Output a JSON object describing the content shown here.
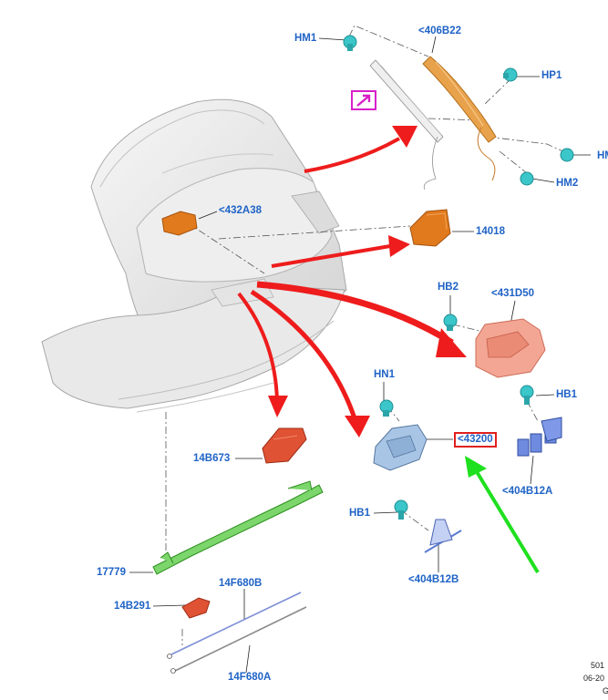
{
  "labels": {
    "hm1": "HM1",
    "p406b22": "<406B22",
    "hp1": "HP1",
    "hm_cut": "HM",
    "hm2": "HM2",
    "p432a38": "<432A38",
    "p14018": "14018",
    "hb2": "HB2",
    "p431d50": "<431D50",
    "hn1": "HN1",
    "hb1_right": "HB1",
    "p43200": "<43200",
    "p14b673": "14B673",
    "p404b12a": "<404B12A",
    "hb1_left": "HB1",
    "p404b12b": "<404B12B",
    "p17779": "17779",
    "p14f680b": "14F680B",
    "p14b291": "14B291",
    "p14f680a": "14F680A"
  },
  "footer": {
    "line1": "501",
    "line2": "06-20",
    "line3": "G"
  },
  "colors": {
    "callout_text": "#1f63c6",
    "highlight_box": "#e0201f",
    "pointer_arrow": "#ee1c1c",
    "green_arrow": "#1ee01e",
    "view_icon": "#d81fc9"
  }
}
